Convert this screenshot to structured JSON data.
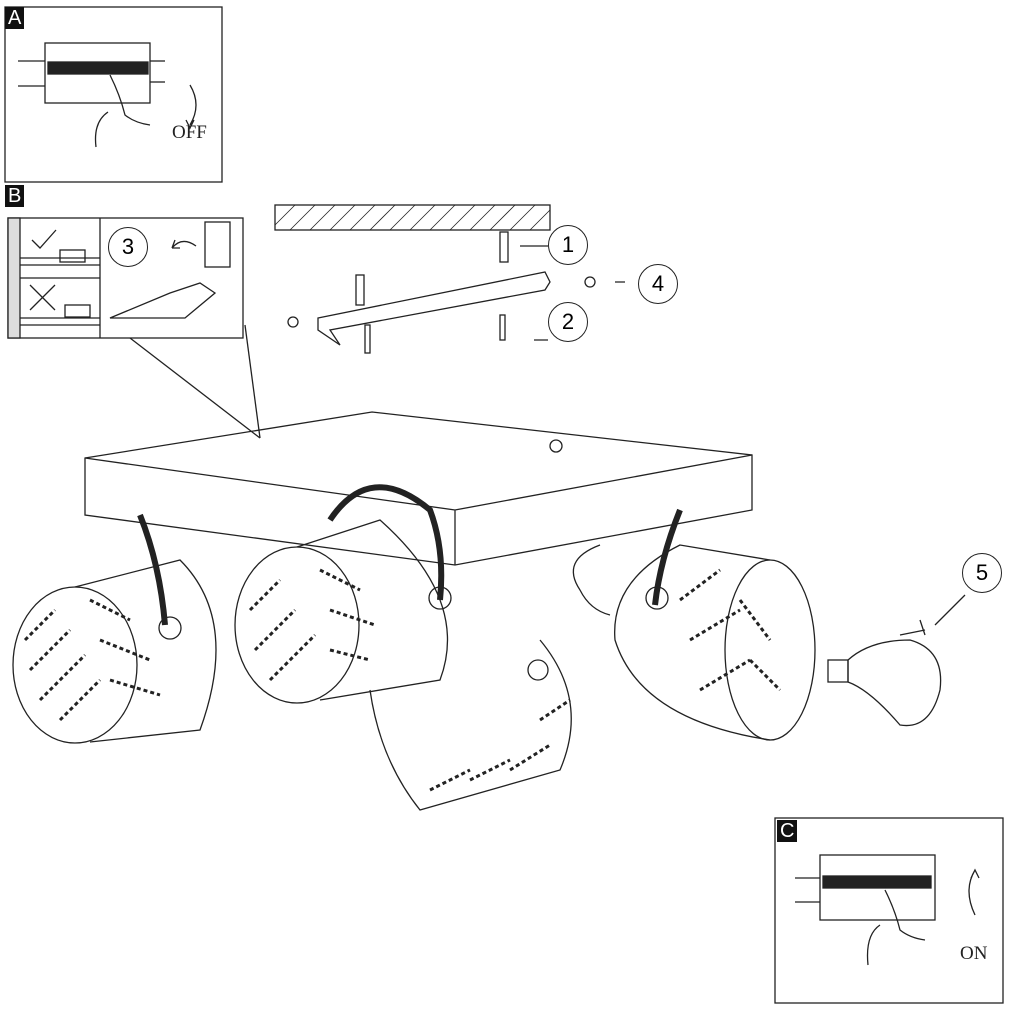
{
  "panels": {
    "a": {
      "tag": "A",
      "label": "OFF"
    },
    "b": {
      "tag": "B",
      "step": "3"
    },
    "c": {
      "tag": "C",
      "label": "ON"
    }
  },
  "steps": [
    "1",
    "2",
    "4",
    "5"
  ],
  "colors": {
    "line": "#222222",
    "tag_bg": "#111111"
  }
}
